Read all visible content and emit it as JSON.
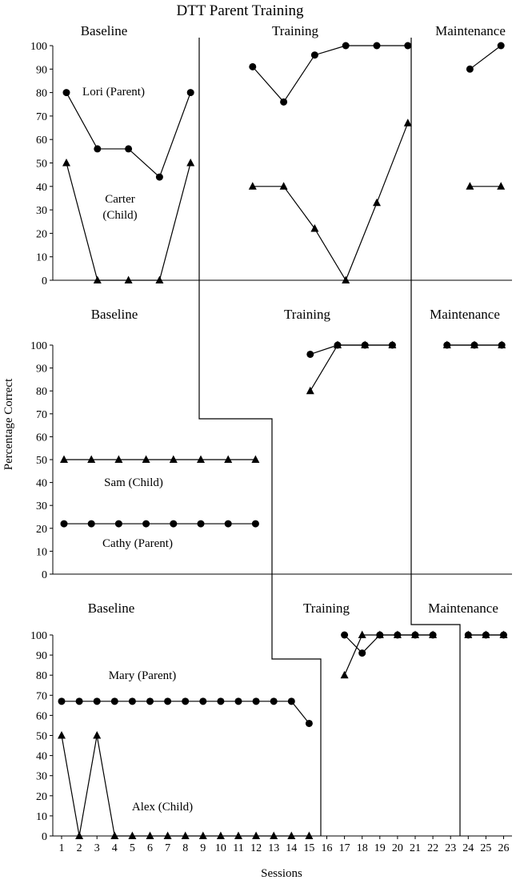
{
  "chart_data": {
    "type": "line",
    "title": "DTT Parent Training",
    "ylabel": "Percentage Correct",
    "xlabel": "Sessions",
    "x_ticks": [
      1,
      2,
      3,
      4,
      5,
      6,
      7,
      8,
      9,
      10,
      11,
      12,
      13,
      14,
      15,
      16,
      17,
      18,
      19,
      20,
      21,
      22,
      23,
      24,
      25,
      26
    ],
    "y_ticks": [
      0,
      10,
      20,
      30,
      40,
      50,
      60,
      70,
      80,
      90,
      100
    ],
    "ylim": [
      0,
      100
    ],
    "colors": {
      "line": "#000000",
      "axis": "#000000"
    },
    "panels": [
      {
        "phases": [
          {
            "label": "Baseline"
          },
          {
            "label": "Training"
          },
          {
            "label": "Maintenance"
          }
        ],
        "series": [
          {
            "name": "Lori (Parent)",
            "marker": "circle",
            "segments": [
              [
                [
                  1,
                  80
                ],
                [
                  2,
                  56
                ],
                [
                  3,
                  56
                ],
                [
                  4,
                  44
                ],
                [
                  5,
                  80
                ]
              ],
              [
                [
                  7,
                  91
                ],
                [
                  8,
                  76
                ],
                [
                  9,
                  96
                ],
                [
                  10,
                  100
                ],
                [
                  11,
                  100
                ],
                [
                  12,
                  100
                ]
              ],
              [
                [
                  14,
                  90
                ],
                [
                  15,
                  100
                ]
              ]
            ]
          },
          {
            "name": "Carter (Child)",
            "marker": "triangle",
            "segments": [
              [
                [
                  1,
                  50
                ],
                [
                  2,
                  0
                ],
                [
                  3,
                  0
                ],
                [
                  4,
                  0
                ],
                [
                  5,
                  50
                ]
              ],
              [
                [
                  7,
                  40
                ],
                [
                  8,
                  40
                ],
                [
                  9,
                  22
                ],
                [
                  10,
                  0
                ],
                [
                  11,
                  33
                ],
                [
                  12,
                  67
                ]
              ],
              [
                [
                  14,
                  40
                ],
                [
                  15,
                  40
                ]
              ]
            ]
          }
        ]
      },
      {
        "phases": [
          {
            "label": "Baseline"
          },
          {
            "label": "Training"
          },
          {
            "label": "Maintenance"
          }
        ],
        "series": [
          {
            "name": "Sam (Child)",
            "marker": "triangle",
            "segments": [
              [
                [
                  1,
                  50
                ],
                [
                  2,
                  50
                ],
                [
                  3,
                  50
                ],
                [
                  4,
                  50
                ],
                [
                  5,
                  50
                ],
                [
                  6,
                  50
                ],
                [
                  7,
                  50
                ],
                [
                  8,
                  50
                ]
              ],
              [
                [
                  10,
                  80
                ],
                [
                  11,
                  100
                ],
                [
                  12,
                  100
                ],
                [
                  13,
                  100
                ]
              ],
              [
                [
                  15,
                  100
                ],
                [
                  16,
                  100
                ],
                [
                  17,
                  100
                ]
              ]
            ]
          },
          {
            "name": "Cathy (Parent)",
            "marker": "circle",
            "segments": [
              [
                [
                  1,
                  22
                ],
                [
                  2,
                  22
                ],
                [
                  3,
                  22
                ],
                [
                  4,
                  22
                ],
                [
                  5,
                  22
                ],
                [
                  6,
                  22
                ],
                [
                  7,
                  22
                ],
                [
                  8,
                  22
                ]
              ],
              [
                [
                  10,
                  96
                ],
                [
                  11,
                  100
                ],
                [
                  12,
                  100
                ],
                [
                  13,
                  100
                ]
              ],
              [
                [
                  15,
                  100
                ],
                [
                  16,
                  100
                ],
                [
                  17,
                  100
                ]
              ]
            ]
          }
        ]
      },
      {
        "phases": [
          {
            "label": "Baseline"
          },
          {
            "label": "Training"
          },
          {
            "label": "Maintenance"
          }
        ],
        "series": [
          {
            "name": "Mary (Parent)",
            "marker": "circle",
            "segments": [
              [
                [
                  1,
                  67
                ],
                [
                  2,
                  67
                ],
                [
                  3,
                  67
                ],
                [
                  4,
                  67
                ],
                [
                  5,
                  67
                ],
                [
                  6,
                  67
                ],
                [
                  7,
                  67
                ],
                [
                  8,
                  67
                ],
                [
                  9,
                  67
                ],
                [
                  10,
                  67
                ],
                [
                  11,
                  67
                ],
                [
                  12,
                  67
                ],
                [
                  13,
                  67
                ],
                [
                  14,
                  67
                ],
                [
                  15,
                  56
                ]
              ],
              [
                [
                  17,
                  100
                ],
                [
                  18,
                  91
                ],
                [
                  19,
                  100
                ],
                [
                  20,
                  100
                ],
                [
                  21,
                  100
                ],
                [
                  22,
                  100
                ]
              ],
              [
                [
                  24,
                  100
                ],
                [
                  25,
                  100
                ],
                [
                  26,
                  100
                ]
              ]
            ]
          },
          {
            "name": "Alex (Child)",
            "marker": "triangle",
            "segments": [
              [
                [
                  1,
                  50
                ],
                [
                  2,
                  0
                ],
                [
                  3,
                  50
                ],
                [
                  4,
                  0
                ],
                [
                  5,
                  0
                ],
                [
                  6,
                  0
                ],
                [
                  7,
                  0
                ],
                [
                  8,
                  0
                ],
                [
                  9,
                  0
                ],
                [
                  10,
                  0
                ],
                [
                  11,
                  0
                ],
                [
                  12,
                  0
                ],
                [
                  13,
                  0
                ],
                [
                  14,
                  0
                ],
                [
                  15,
                  0
                ]
              ],
              [
                [
                  17,
                  80
                ],
                [
                  18,
                  100
                ],
                [
                  19,
                  100
                ],
                [
                  20,
                  100
                ],
                [
                  21,
                  100
                ],
                [
                  22,
                  100
                ]
              ],
              [
                [
                  24,
                  100
                ],
                [
                  25,
                  100
                ],
                [
                  26,
                  100
                ]
              ]
            ]
          }
        ]
      }
    ]
  }
}
